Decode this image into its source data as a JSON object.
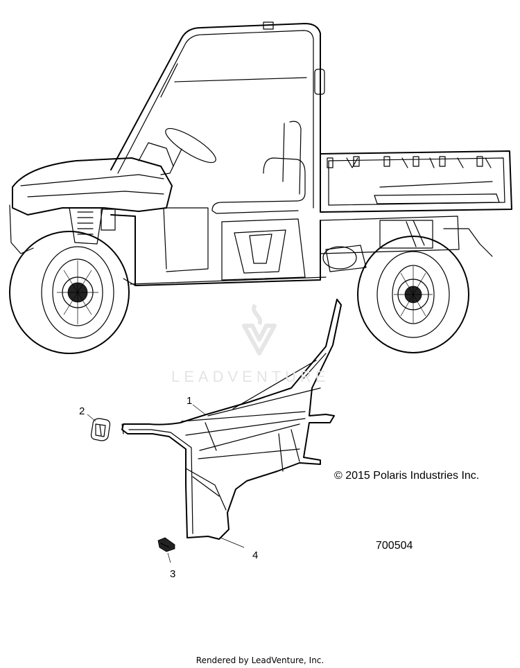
{
  "callouts": {
    "part_1": "1",
    "part_2": "2",
    "part_3": "3",
    "part_4": "4"
  },
  "copyright": "© 2015 Polaris Industries Inc.",
  "diagram_id": "700504",
  "footer": "Rendered by LeadVenture, Inc.",
  "watermark": "LEADVENTURE"
}
